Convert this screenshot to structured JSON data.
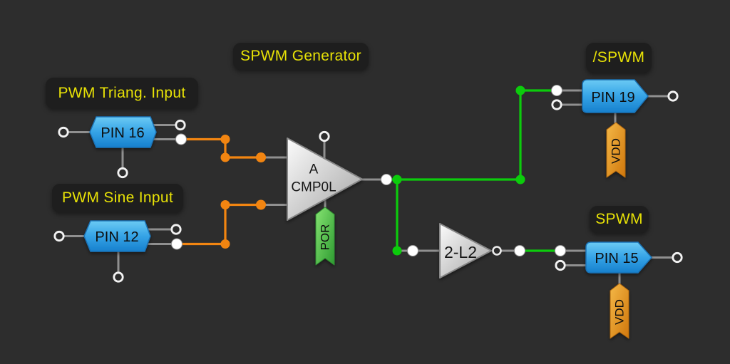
{
  "canvas": {
    "background": "#2d2d2d"
  },
  "labels": {
    "generator": "SPWM Generator",
    "pwm_triang_input": "PWM Triang. Input",
    "pwm_sine_input": "PWM Sine Input",
    "spwm_inverted": "/SPWM",
    "spwm": "SPWM"
  },
  "components": {
    "pin16": {
      "label": "PIN 16"
    },
    "pin12": {
      "label": "PIN 12"
    },
    "pin19": {
      "label": "PIN 19",
      "power_tag": "VDD"
    },
    "pin15": {
      "label": "PIN 15",
      "power_tag": "VDD"
    },
    "comparator": {
      "channel": "A",
      "name": "CMP0L",
      "power_tag": "POR"
    },
    "inverter": {
      "name": "2-L2"
    }
  },
  "colors": {
    "label_text": "#e8e206",
    "label_chip_bg": "#1e1e1e",
    "wire_orange": "#f28511",
    "wire_green": "#0ccc0c",
    "wire_idle": "#909090",
    "pin_fill": "#2e9ce2",
    "por_flag_green": "#3fae3f",
    "vdd_flag_orange": "#e8920f"
  }
}
